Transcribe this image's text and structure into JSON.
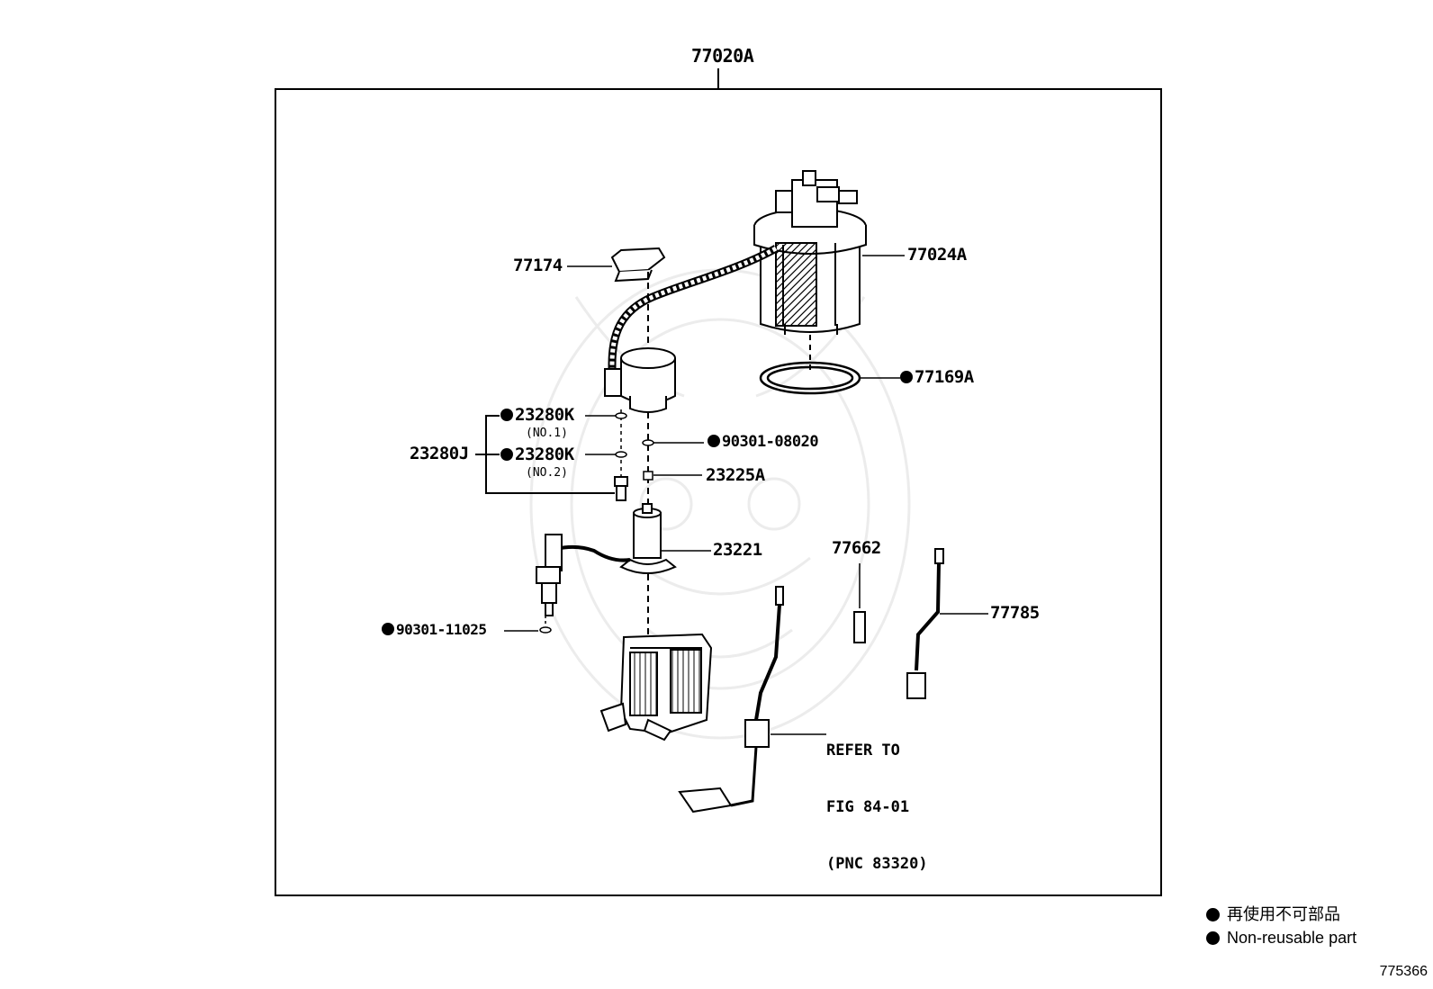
{
  "assembly": {
    "label": "77020A"
  },
  "parts": {
    "p77174": "77174",
    "p77024A": "77024A",
    "p77169A": "77169A",
    "p23280K_1": "23280K",
    "p23280K_1_note": "(NO.1)",
    "p23280K_2": "23280K",
    "p23280K_2_note": "(NO.2)",
    "p23280J": "23280J",
    "p90301_08020": "90301-08020",
    "p23225A": "23225A",
    "p23221": "23221",
    "p77662": "77662",
    "p77785": "77785",
    "p90301_11025": "90301-11025"
  },
  "reference": {
    "line1": "REFER TO",
    "line2": "FIG 84-01",
    "line3": "(PNC 83320)"
  },
  "legend": {
    "jp": "再使用不可部品",
    "en": "Non-reusable part"
  },
  "figure_code": "775366"
}
